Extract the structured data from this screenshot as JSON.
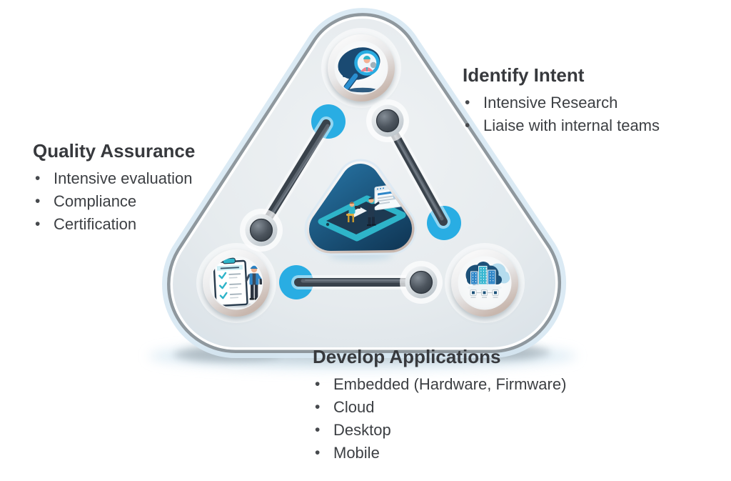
{
  "sections": [
    {
      "id": "identify-intent",
      "title": "Identify Intent",
      "items": [
        "Intensive Research",
        "Liaise with internal teams"
      ]
    },
    {
      "id": "quality-assurance",
      "title": "Quality Assurance",
      "items": [
        "Intensive evaluation",
        "Compliance",
        "Certification"
      ]
    },
    {
      "id": "develop-applications",
      "title": "Develop Applications",
      "items": [
        "Embedded (Hardware, Firmware)",
        "Cloud",
        "Desktop",
        "Mobile"
      ]
    }
  ],
  "icons": [
    {
      "name": "research-icon",
      "position": "top-vertex"
    },
    {
      "name": "quality-checklist-icon",
      "position": "bottom-left-vertex"
    },
    {
      "name": "cloud-apps-icon",
      "position": "bottom-right-vertex"
    },
    {
      "name": "dev-team-phone-illustration",
      "position": "center"
    }
  ],
  "colors": {
    "accent_cyan": "#29ade3",
    "navy": "#1a4a72",
    "teal": "#2eb4c9",
    "blue": "#2e86c8",
    "connector_dark": "#39424b",
    "triangle_fill": "#e6ebee",
    "text": "#3c3f43",
    "background": "#ffffff"
  }
}
